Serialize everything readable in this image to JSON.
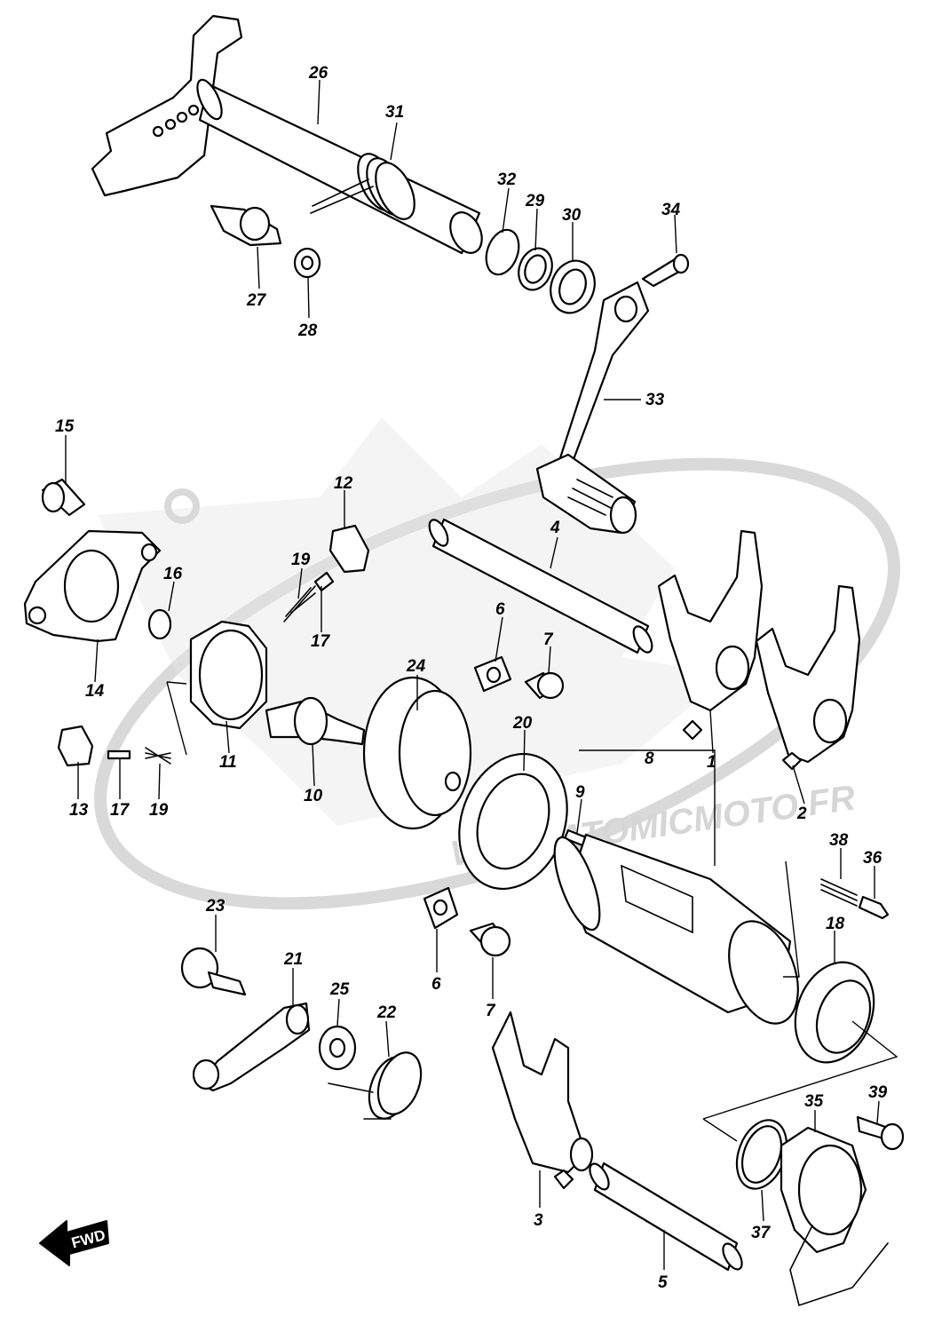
{
  "watermark": {
    "text": "WWW.ATOMICMOTO.FR"
  },
  "direction_badge": {
    "label": "FWD"
  },
  "callouts": [
    {
      "id": "26",
      "label": "26"
    },
    {
      "id": "31",
      "label": "31"
    },
    {
      "id": "32",
      "label": "32"
    },
    {
      "id": "29",
      "label": "29"
    },
    {
      "id": "30",
      "label": "30"
    },
    {
      "id": "34",
      "label": "34"
    },
    {
      "id": "27",
      "label": "27"
    },
    {
      "id": "28",
      "label": "28"
    },
    {
      "id": "33",
      "label": "33"
    },
    {
      "id": "15",
      "label": "15"
    },
    {
      "id": "12",
      "label": "12"
    },
    {
      "id": "4",
      "label": "4"
    },
    {
      "id": "19a",
      "label": "19"
    },
    {
      "id": "16",
      "label": "16"
    },
    {
      "id": "17a",
      "label": "17"
    },
    {
      "id": "6a",
      "label": "6"
    },
    {
      "id": "7a",
      "label": "7"
    },
    {
      "id": "14",
      "label": "14"
    },
    {
      "id": "24",
      "label": "24"
    },
    {
      "id": "1",
      "label": "1"
    },
    {
      "id": "11",
      "label": "11"
    },
    {
      "id": "20",
      "label": "20"
    },
    {
      "id": "8",
      "label": "8"
    },
    {
      "id": "10",
      "label": "10"
    },
    {
      "id": "13",
      "label": "13"
    },
    {
      "id": "17b",
      "label": "17"
    },
    {
      "id": "19b",
      "label": "19"
    },
    {
      "id": "9",
      "label": "9"
    },
    {
      "id": "2",
      "label": "2"
    },
    {
      "id": "38",
      "label": "38"
    },
    {
      "id": "36",
      "label": "36"
    },
    {
      "id": "18",
      "label": "18"
    },
    {
      "id": "23",
      "label": "23"
    },
    {
      "id": "21",
      "label": "21"
    },
    {
      "id": "25",
      "label": "25"
    },
    {
      "id": "22",
      "label": "22"
    },
    {
      "id": "6b",
      "label": "6"
    },
    {
      "id": "7b",
      "label": "7"
    },
    {
      "id": "39",
      "label": "39"
    },
    {
      "id": "35",
      "label": "35"
    },
    {
      "id": "3",
      "label": "3"
    },
    {
      "id": "37",
      "label": "37"
    },
    {
      "id": "5",
      "label": "5"
    }
  ]
}
